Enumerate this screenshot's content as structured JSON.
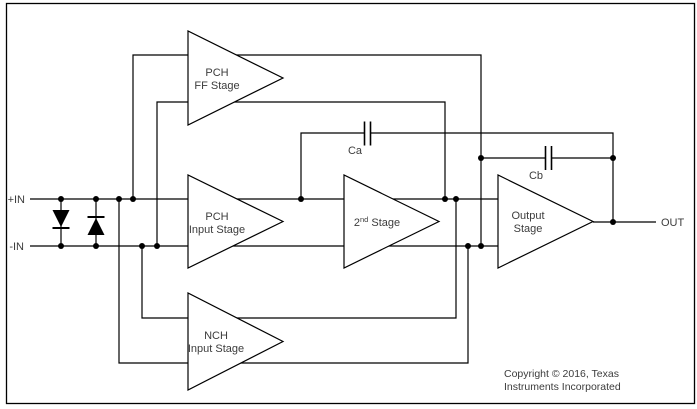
{
  "diagram": {
    "colors": {
      "line": "#000000",
      "label": "#3c3c3c",
      "background": "#ffffff"
    },
    "inputs": {
      "plus_label": "+IN",
      "minus_label": "-IN"
    },
    "output": {
      "label": "OUT"
    },
    "stages": {
      "pch_ff": {
        "line1": "PCH",
        "line2": "FF Stage"
      },
      "pch_input": {
        "line1": "PCH",
        "line2": "Input Stage"
      },
      "nch_input": {
        "line1": "NCH",
        "line2": "Input Stage"
      },
      "second": {
        "num": "2",
        "sup": "nd",
        "rest": "Stage"
      },
      "output_stage": {
        "line1": "Output",
        "line2": "Stage"
      }
    },
    "capacitors": {
      "ca_label": "Ca",
      "cb_label": "Cb"
    },
    "copyright": {
      "line1": "Copyright © 2016, Texas",
      "line2": "Instruments Incorporated"
    }
  }
}
